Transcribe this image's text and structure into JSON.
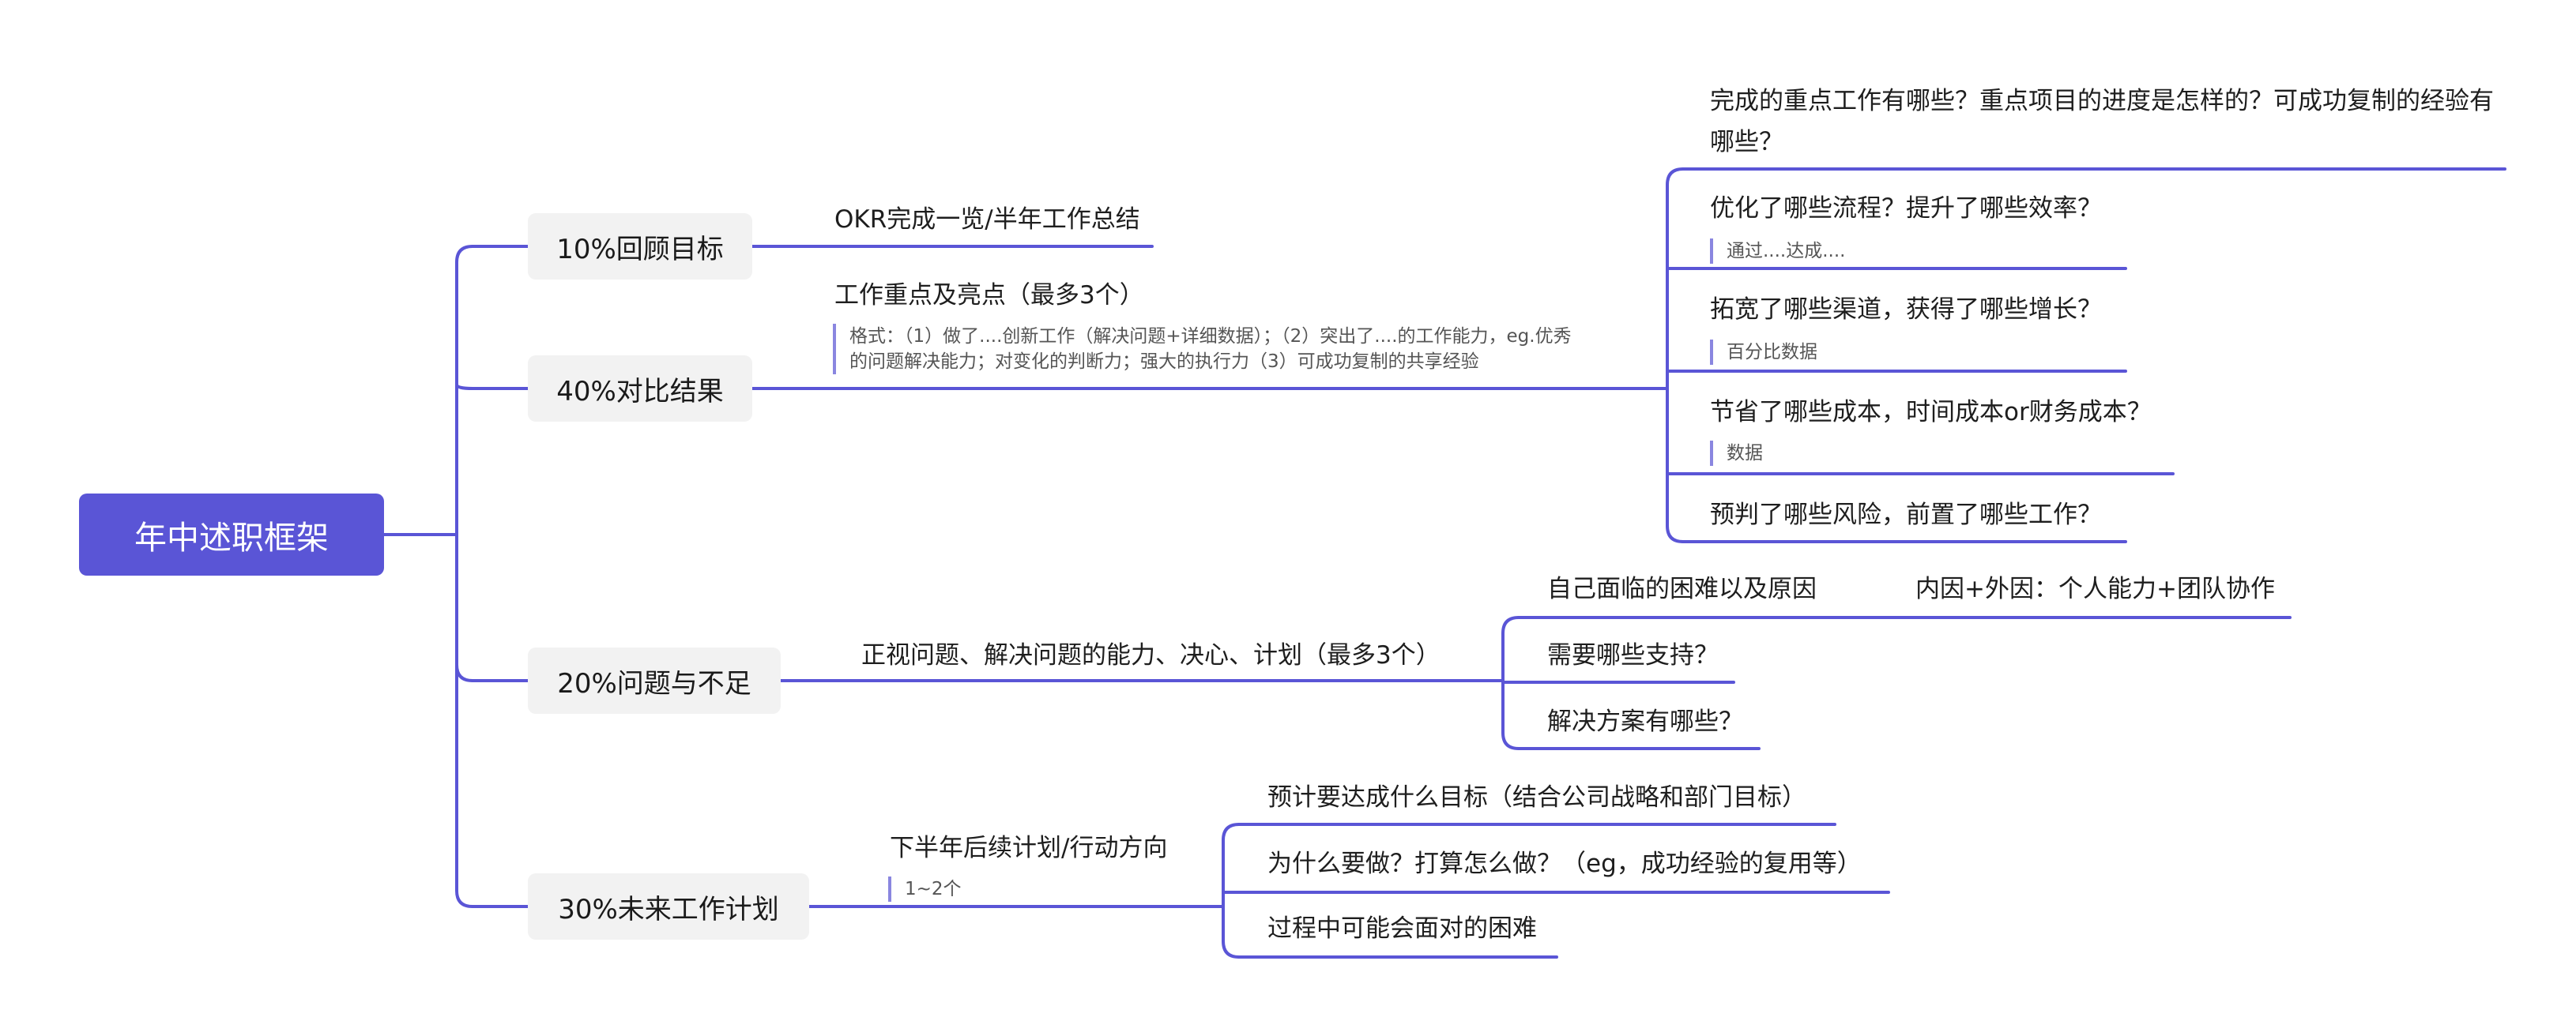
{
  "root": {
    "label": "年中述职框架"
  },
  "review": {
    "label": "10%回顾目标",
    "items": [
      "OKR完成一览/半年工作总结"
    ]
  },
  "results": {
    "label": "40%对比结果",
    "child": {
      "label": "工作重点及亮点（最多3个）",
      "note_line1": "格式：（1）做了....创新工作（解决问题+详细数据）；（2）突出了....的工作能力，eg.优秀",
      "note_line2": "的问题解决能力；对变化的判断力；强大的执行力（3）可成功复制的共享经验"
    },
    "leaves": [
      {
        "label": "完成的重点工作有哪些？重点项目的进度是怎样的？可成功复制的经验有哪些？"
      },
      {
        "label": "优化了哪些流程？提升了哪些效率？",
        "note": "通过....达成...."
      },
      {
        "label": "拓宽了哪些渠道，获得了哪些增长？",
        "note": "百分比数据"
      },
      {
        "label": "节省了哪些成本，时间成本or财务成本？",
        "note": "数据"
      },
      {
        "label": "预判了哪些风险，前置了哪些工作？"
      }
    ]
  },
  "issues": {
    "label": "20%问题与不足",
    "child": {
      "label": "正视问题、解决问题的能力、决心、计划（最多3个）"
    },
    "leaves": [
      {
        "label": "自己面临的困难以及原因",
        "child": "内因+外因：个人能力+团队协作"
      },
      {
        "label": "需要哪些支持？"
      },
      {
        "label": "解决方案有哪些？"
      }
    ]
  },
  "plan": {
    "label": "30%未来工作计划",
    "child": {
      "label": "下半年后续计划/行动方向",
      "note": "1~2个"
    },
    "leaves": [
      {
        "label": "预计要达成什么目标（结合公司战略和部门目标）"
      },
      {
        "label": "为什么要做？打算怎么做？（eg，成功经验的复用等）"
      },
      {
        "label": "过程中可能会面对的困难"
      }
    ]
  },
  "colors": {
    "connector": "#5a55d6",
    "root_fill": "#5a55d6",
    "topic_fill": "#f2f2f2",
    "note_bar": "#8a86e0"
  }
}
